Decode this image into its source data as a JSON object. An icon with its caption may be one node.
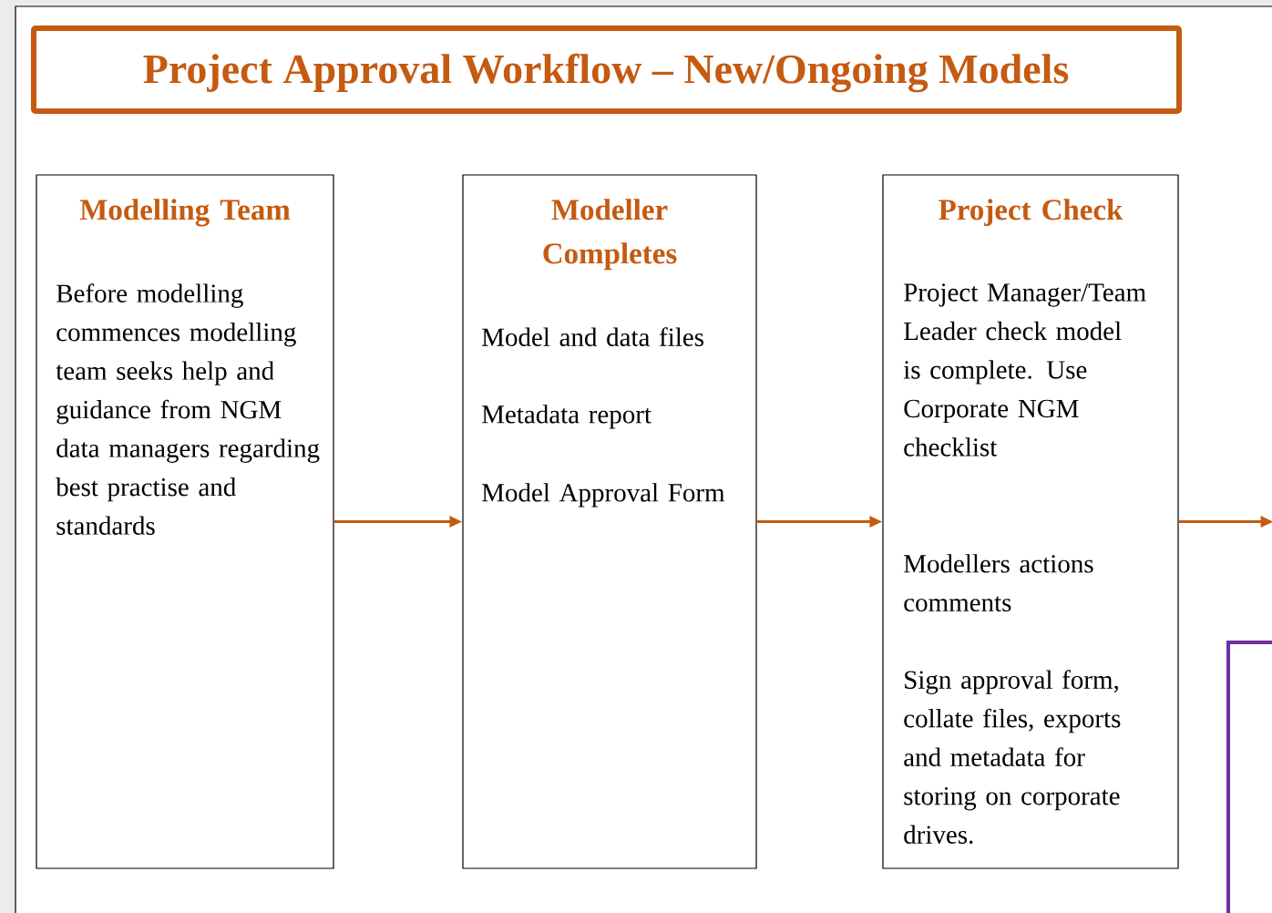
{
  "diagram": {
    "title": "Project Approval Workflow – New/Ongoing Models",
    "nodes": [
      {
        "text": [
          "Modelling Team",
          "Before modelling commences modelling team seeks help and guidance from NGM data managers regarding best practise and standards"
        ]
      },
      {
        "text": [
          "Modeller Completes",
          "Model and data files",
          "Metadata report",
          "Model Approval Form"
        ]
      },
      {
        "text": [
          "Project Check",
          "Project Manager/Team Leader check model is complete. Use Corporate NGM checklist",
          "Modellers actions comments",
          "Sign approval form, collate files, exports and metadata for storing on corporate drives."
        ]
      }
    ],
    "edges": [
      {
        "from": 0,
        "to": 1,
        "arrow": "to"
      },
      {
        "from": 1,
        "to": 2,
        "arrow": "to"
      },
      {
        "from": 2,
        "to": null,
        "arrow": "to"
      }
    ]
  }
}
